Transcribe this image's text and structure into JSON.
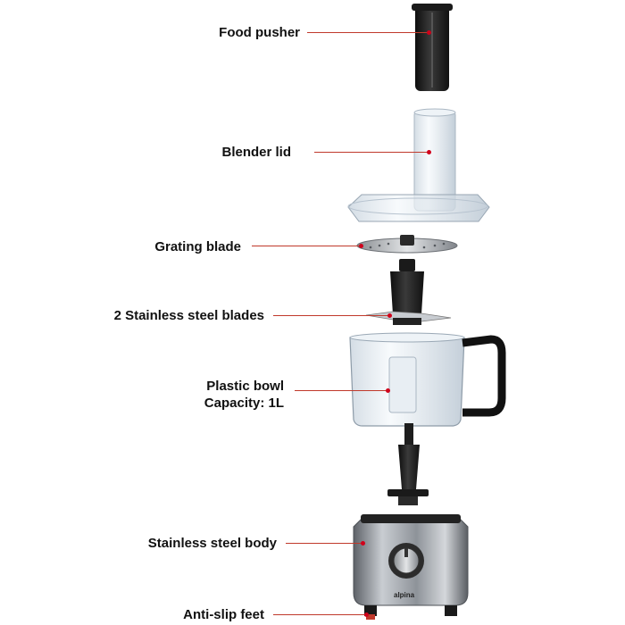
{
  "labels": {
    "food_pusher": "Food pusher",
    "blender_lid": "Blender lid",
    "grating_blade": "Grating blade",
    "steel_blades": "2 Stainless steel blades",
    "bowl_line1": "Plastic bowl",
    "bowl_line2": "Capacity: 1L",
    "body": "Stainless steel body",
    "feet": "Anti-slip feet"
  },
  "brand": "alpina",
  "colors": {
    "leader": "#c0392b",
    "dot": "#d0021b",
    "dark_plastic": "#1e1e1e",
    "steel": "#9a9fa5",
    "clear": "#dfe8f0"
  }
}
